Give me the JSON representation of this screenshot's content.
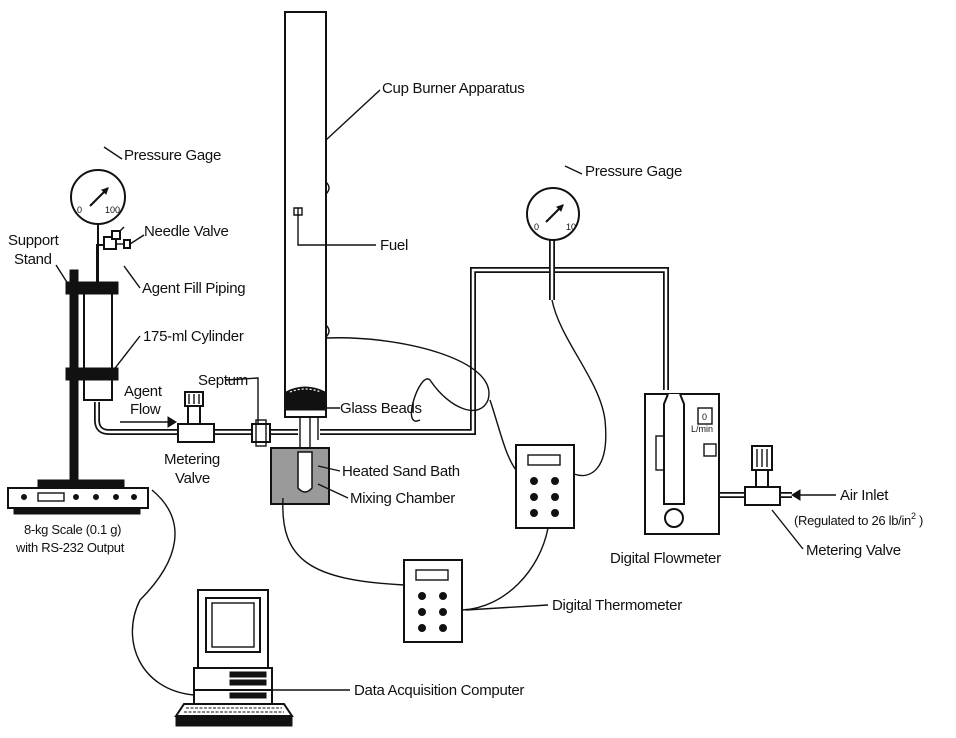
{
  "labels": {
    "cup_burner": "Cup Burner Apparatus",
    "pressure_gage_left": "Pressure Gage",
    "pressure_gage_right": "Pressure Gage",
    "needle_valve": "Needle Valve",
    "support_stand_1": "Support",
    "support_stand_2": "Stand",
    "agent_fill_piping": "Agent Fill Piping",
    "cylinder": "175-ml Cylinder",
    "septum": "Septum",
    "agent_flow_1": "Agent",
    "agent_flow_2": "Flow",
    "metering_valve_left_1": "Metering",
    "metering_valve_left_2": "Valve",
    "glass_beads": "Glass Beads",
    "fuel": "Fuel",
    "heated_sand_bath": "Heated Sand Bath",
    "mixing_chamber": "Mixing Chamber",
    "scale_1": "8-kg Scale (0.1 g)",
    "scale_2": "with RS-232 Output",
    "digital_thermometer": "Digital Thermometer",
    "digital_flowmeter": "Digital Flowmeter",
    "metering_valve_right": "Metering Valve",
    "air_inlet": "Air Inlet",
    "regulated_prefix": "(Regulated to 26 lb/in",
    "regulated_sup": "2",
    "regulated_suffix": " )",
    "data_acquisition_computer": "Data Acquisition Computer"
  },
  "gauges": {
    "left": {
      "min": "0",
      "max": "100"
    },
    "right": {
      "min": "0",
      "max": "10"
    }
  },
  "flowmeter_display": {
    "value": "0",
    "unit": "L/min"
  }
}
